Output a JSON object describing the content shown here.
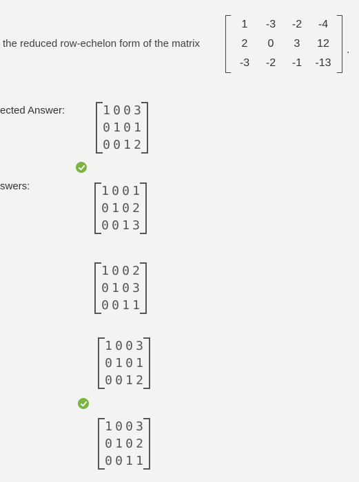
{
  "question": {
    "text": "the reduced row-echelon form of the matrix",
    "matrix": [
      [
        "1",
        "-3",
        "-2",
        "-4"
      ],
      [
        "2",
        "0",
        "3",
        "12"
      ],
      [
        "-3",
        "-2",
        "-1",
        "-13"
      ]
    ],
    "period": "."
  },
  "expected_label": "ected Answer:",
  "expected_matrix": [
    [
      "1",
      "0",
      "0",
      "3"
    ],
    [
      "0",
      "1",
      "0",
      "1"
    ],
    [
      "0",
      "0",
      "1",
      "2"
    ]
  ],
  "answers_label": "swers:",
  "answers": [
    [
      [
        "1",
        "0",
        "0",
        "1"
      ],
      [
        "0",
        "1",
        "0",
        "2"
      ],
      [
        "0",
        "0",
        "1",
        "3"
      ]
    ],
    [
      [
        "1",
        "0",
        "0",
        "2"
      ],
      [
        "0",
        "1",
        "0",
        "3"
      ],
      [
        "0",
        "0",
        "1",
        "1"
      ]
    ],
    [
      [
        "1",
        "0",
        "0",
        "3"
      ],
      [
        "0",
        "1",
        "0",
        "1"
      ],
      [
        "0",
        "0",
        "1",
        "2"
      ]
    ],
    [
      [
        "1",
        "0",
        "0",
        "3"
      ],
      [
        "0",
        "1",
        "0",
        "2"
      ],
      [
        "0",
        "0",
        "1",
        "1"
      ]
    ]
  ],
  "colors": {
    "check": "#7cb342"
  },
  "icons": {
    "correct": "check-circle-icon"
  }
}
